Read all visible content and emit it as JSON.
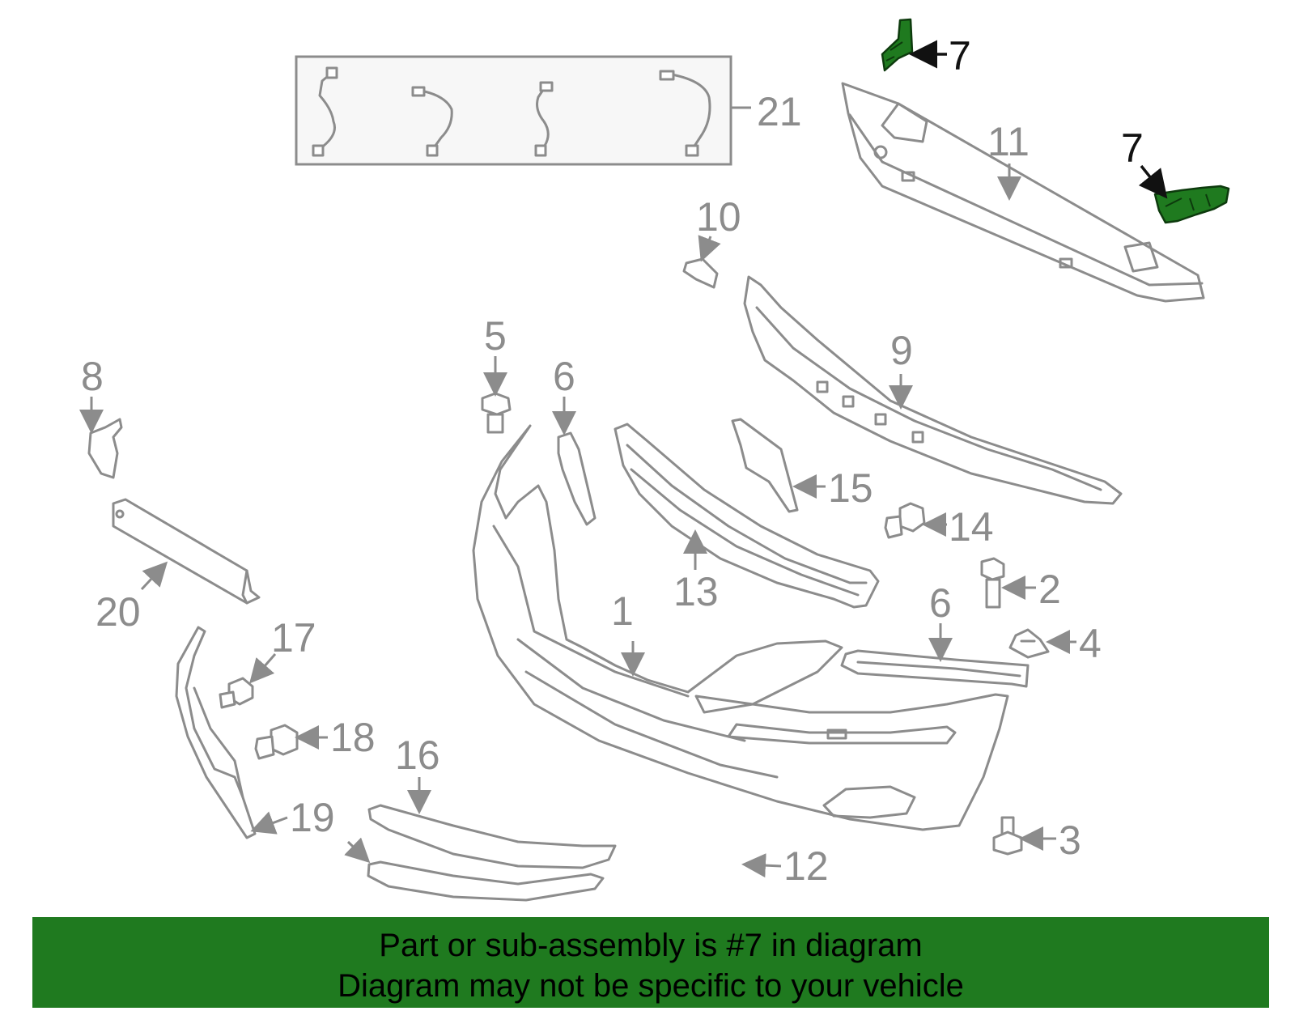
{
  "diagram": {
    "callouts": [
      "1",
      "2",
      "3",
      "4",
      "5",
      "6",
      "6",
      "7",
      "7",
      "8",
      "9",
      "10",
      "11",
      "12",
      "13",
      "14",
      "15",
      "16",
      "17",
      "18",
      "19",
      "20",
      "21"
    ],
    "highlighted_part": "7",
    "highlight_color": "#1f7a1f",
    "line_color": "#8c8c8c"
  },
  "banner": {
    "line1": "Part or sub-assembly is #7 in diagram",
    "line2": "Diagram may not be specific to your vehicle",
    "background": "#1f7a1f"
  }
}
